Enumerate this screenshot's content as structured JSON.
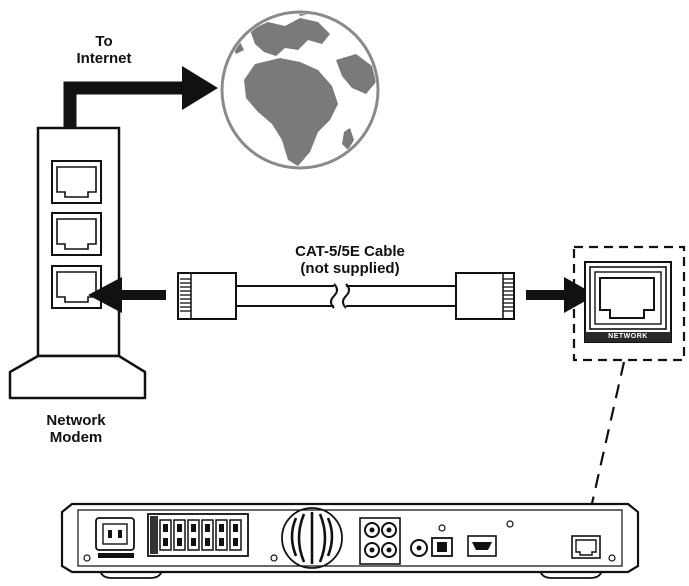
{
  "labels": {
    "to_internet": [
      "To",
      "Internet"
    ],
    "cable": [
      "CAT-5/5E Cable",
      "(not supplied)"
    ],
    "modem": [
      "Network",
      "Modem"
    ],
    "network_port": "NETWORK"
  },
  "colors": {
    "outline": "#111111",
    "globe_ocean": "#ffffff",
    "globe_land": "#7a7a7a",
    "globe_outline": "#8a8a8a",
    "arrow": "#111111",
    "network_badge": "#2a2a2a"
  },
  "icons": [
    "globe-icon",
    "arrow-right-icon",
    "arrow-left-icon",
    "ethernet-port-icon",
    "rj45-plug-icon",
    "fan-grille-icon"
  ]
}
